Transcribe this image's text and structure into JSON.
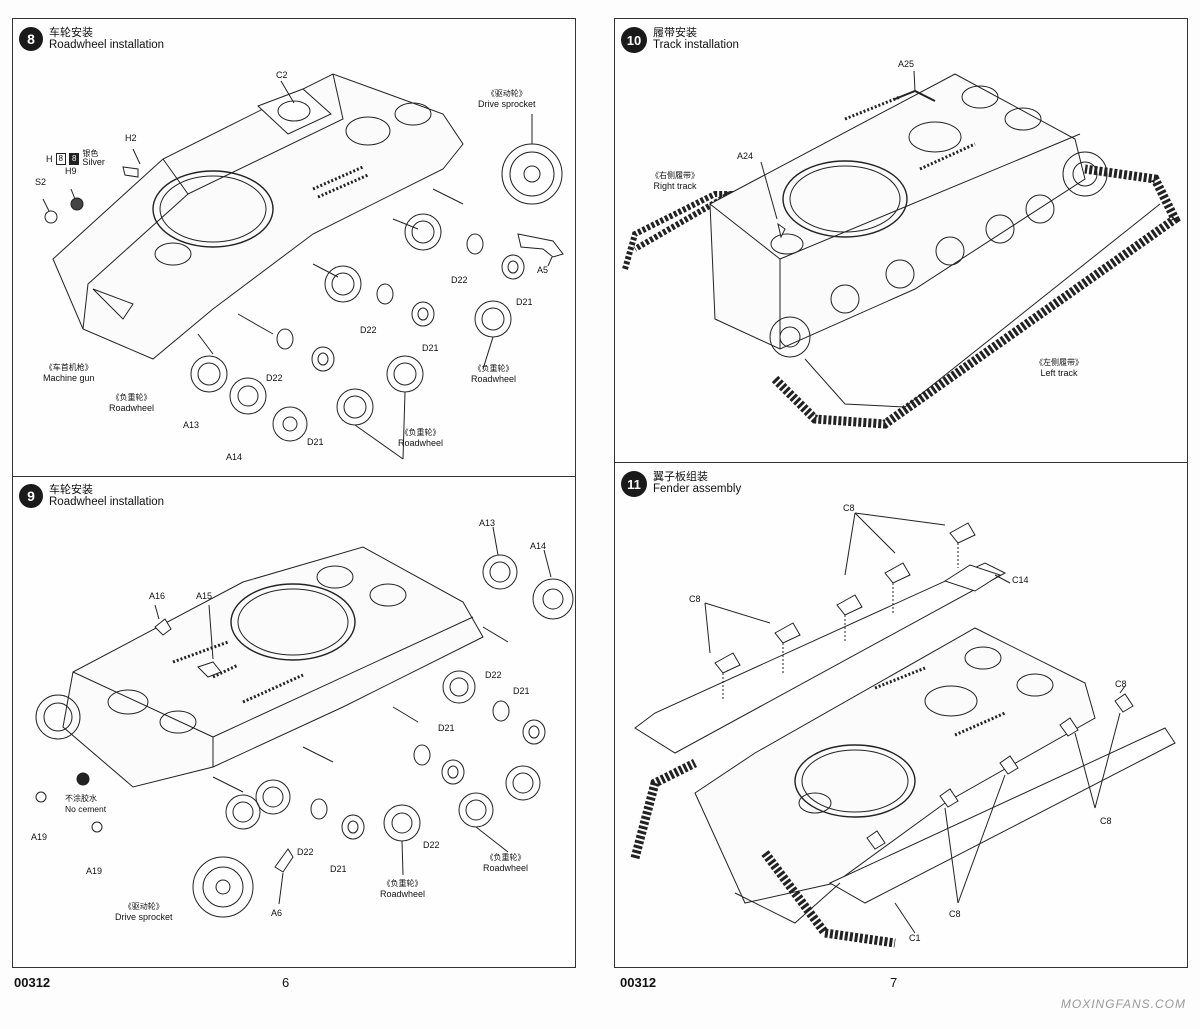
{
  "left_page": {
    "page_number": "6",
    "kit_code": "00312",
    "step8": {
      "number": "8",
      "title_cn": "车轮安装",
      "title_en": "Roadwheel installation",
      "labels": {
        "c2": "C2",
        "h2": "H2",
        "s2": "S2",
        "h9": "H9",
        "h": "H",
        "silver_code_a": "8",
        "silver_code_b": "8",
        "silver_cn": "银色",
        "silver_en": "Silver",
        "a5": "A5",
        "a13": "A13",
        "a14": "A14",
        "d22_a": "D22",
        "d22_b": "D22",
        "d22_c": "D22",
        "d21_a": "D21",
        "d21_b": "D21",
        "d21_c": "D21"
      },
      "callouts": {
        "drive_sprocket": {
          "cn": "《驱动轮》",
          "en": "Drive sprocket"
        },
        "machine_gun": {
          "cn": "《车首机枪》",
          "en": "Machine gun"
        },
        "roadwheel_a": {
          "cn": "《负重轮》",
          "en": "Roadwheel"
        },
        "roadwheel_b": {
          "cn": "《负重轮》",
          "en": "Roadwheel"
        },
        "roadwheel_c": {
          "cn": "《负重轮》",
          "en": "Roadwheel"
        }
      }
    },
    "step9": {
      "number": "9",
      "title_cn": "车轮安装",
      "title_en": "Roadwheel installation",
      "labels": {
        "a13": "A13",
        "a14": "A14",
        "a15": "A15",
        "a16": "A16",
        "a6": "A6",
        "a19_a": "A19",
        "a19_b": "A19",
        "d22_a": "D22",
        "d22_b": "D22",
        "d22_c": "D22",
        "d21_a": "D21",
        "d21_b": "D21",
        "d21_c": "D21",
        "no_cement_cn": "不涂胶水",
        "no_cement_en": "No cement"
      },
      "callouts": {
        "drive_sprocket": {
          "cn": "《驱动轮》",
          "en": "Drive sprocket"
        },
        "roadwheel_a": {
          "cn": "《负重轮》",
          "en": "Roadwheel"
        },
        "roadwheel_b": {
          "cn": "《负重轮》",
          "en": "Roadwheel"
        }
      }
    }
  },
  "right_page": {
    "page_number": "7",
    "kit_code": "00312",
    "step10": {
      "number": "10",
      "title_cn": "履带安装",
      "title_en": "Track installation",
      "labels": {
        "a25": "A25",
        "a24": "A24"
      },
      "callouts": {
        "right_track": {
          "cn": "《右侧履带》",
          "en": "Right track"
        },
        "left_track": {
          "cn": "《左侧履带》",
          "en": "Left track"
        }
      }
    },
    "step11": {
      "number": "11",
      "title_cn": "翼子板组装",
      "title_en": "Fender assembly",
      "labels": {
        "c8_top": "C8",
        "c8_left": "C8",
        "c8_right_top": "C8",
        "c8_right_mid": "C8",
        "c8_bottom": "C8",
        "c14": "C14",
        "c1": "C1"
      }
    }
  },
  "watermark": "MOXINGFANS.COM",
  "colors": {
    "ink": "#111111",
    "frame": "#333333",
    "paper": "#fefefe"
  }
}
